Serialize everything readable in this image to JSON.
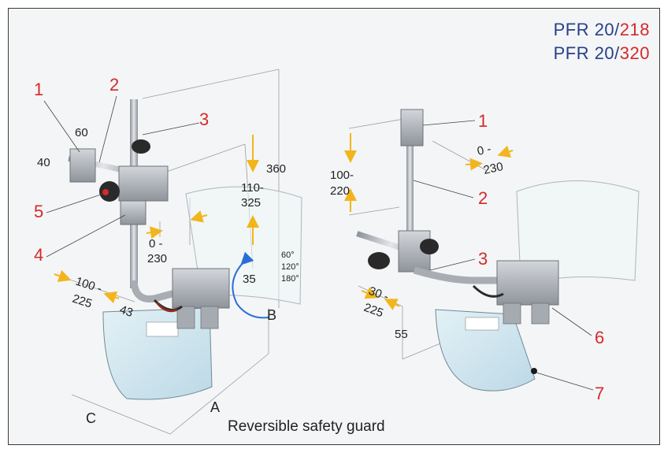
{
  "title": {
    "line1": {
      "series": "PFR 20/",
      "value": "218"
    },
    "line2": {
      "series": "PFR 20/",
      "value": "320"
    }
  },
  "caption": "Reversible safety guard",
  "colors": {
    "series_text": "#27408b",
    "callout_red": "#d42a2a",
    "arrow_yellow": "#f2b51c",
    "arrow_blue": "#2a6fd6",
    "guard_glass": "#cfe6f0",
    "metal": "#b8bcc2",
    "knob": "#2a2a2a"
  },
  "left_assembly": {
    "callouts": [
      "1",
      "2",
      "3",
      "4",
      "5"
    ],
    "dimensions": {
      "d60": "60",
      "d40": "40",
      "d360": "360",
      "d110_line1": "110-",
      "d110_line2": "325",
      "d0_line1": "0 -",
      "d0_line2": "230",
      "d100_line1": "100 -",
      "d100_line2": "225",
      "d43": "43",
      "d35": "35",
      "angle1": "60°",
      "angle2": "120°",
      "angle3": "180°"
    },
    "letters": [
      "A",
      "B",
      "C"
    ]
  },
  "right_assembly": {
    "callouts": [
      "1",
      "2",
      "3",
      "6",
      "7"
    ],
    "dimensions": {
      "d100_line1": "100-",
      "d100_line2": "220",
      "d0_line1": "0 -",
      "d0_line2": "230",
      "d30_line1": "30 -",
      "d30_line2": "225",
      "d55": "55"
    }
  }
}
